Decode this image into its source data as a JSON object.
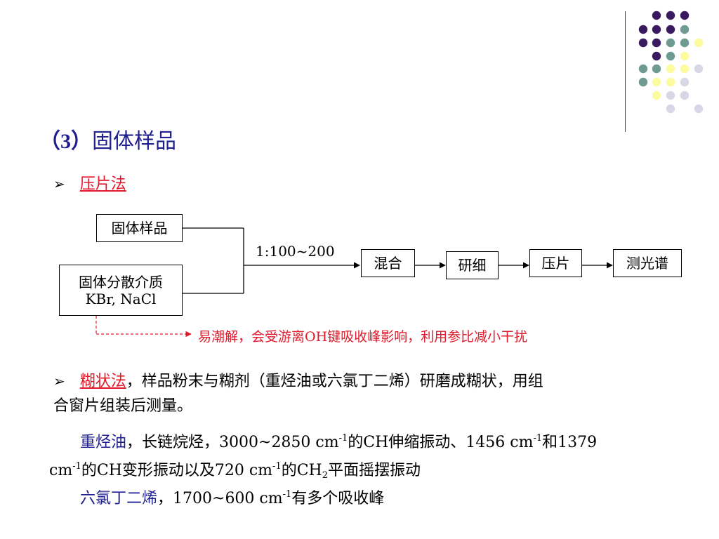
{
  "colors": {
    "title_blue": "#1f1f8f",
    "accent_red": "#e0192b",
    "dot_purple": "#3a1a5e",
    "dot_teal": "#6e9a92",
    "dot_yellow": "#fbfba0",
    "dot_lavender": "#d7d7e6"
  },
  "title": {
    "num": "（3）",
    "text": "固体样品"
  },
  "section1": {
    "bullet": "➢",
    "label": "压片法"
  },
  "flow": {
    "box_sample": "固体样品",
    "box_medium_line1": "固体分散介质",
    "box_medium_line2": "KBr, NaCl",
    "ratio": "1:100~200",
    "box_mix": "混合",
    "box_grind": "研细",
    "box_press": "压片",
    "box_measure": "测光谱",
    "note": "易潮解，会受游离OH键吸收峰影响，利用参比减小干扰"
  },
  "section2": {
    "bullet": "➢",
    "label": "糊状法",
    "text_line1": "，样品粉末与糊剂（重烃油或六氯丁二烯）研磨成糊状，用组",
    "text_line2": "合窗片组装后测量。",
    "oil_label": "重烃油",
    "oil_a": "，长链烷烃，3000~2850 cm",
    "sup1": "-1",
    "oil_b": "的CH伸缩振动、1456 cm",
    "sup2": "-1",
    "oil_c": "和1379",
    "oil2_a": "cm",
    "sup3": "-1",
    "oil2_b": "的CH变形振动以及720 cm",
    "sup4": "-1",
    "oil2_c": "的CH",
    "sub1": "2",
    "oil2_d": "平面摇摆振动",
    "hcb_label": "六氯丁二烯",
    "hcb_a": "，1700~600 cm",
    "sup5": "-1",
    "hcb_b": "有多个吸收峰"
  }
}
